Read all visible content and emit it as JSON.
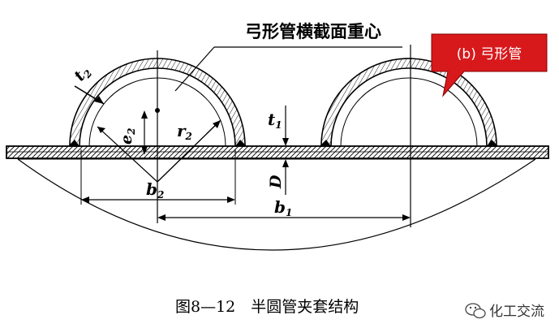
{
  "title": "弓形管横截面重心",
  "callout": "(b) 弓形管",
  "caption": "图8—12　半圆管夹套结构",
  "watermark": "化工交流",
  "labels": {
    "t": "t",
    "t_sub": "2",
    "e": "e",
    "e_sub": "2",
    "r": "r",
    "r_sub": "2",
    "t1": "t",
    "t1_sub": "1",
    "D": "D",
    "b2": "b",
    "b2_sub": "2",
    "b1": "b",
    "b1_sub": "1"
  },
  "colors": {
    "line": "#000000",
    "callout": "#d7191c",
    "callout_text": "#ffffff"
  },
  "icons": {
    "watermark": "wechat-icon"
  }
}
